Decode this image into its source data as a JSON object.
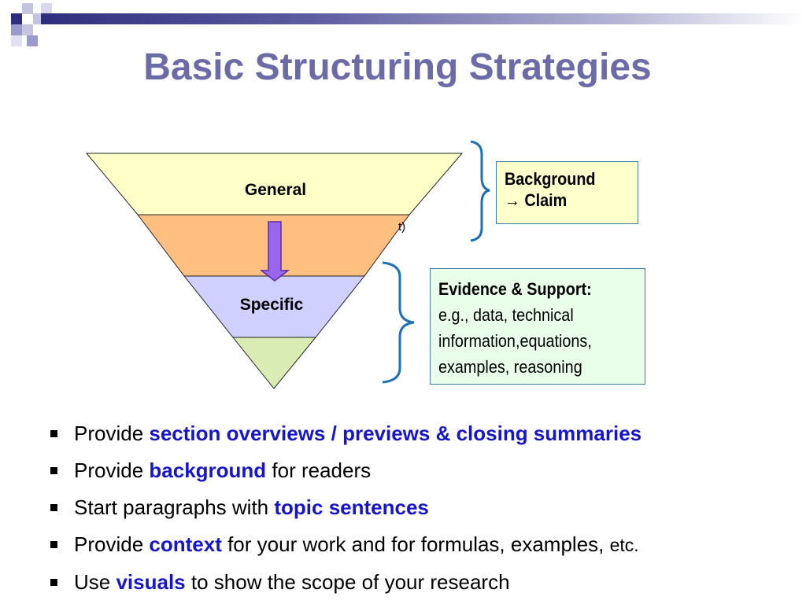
{
  "slide": {
    "title": "Basic Structuring Strategies",
    "colors": {
      "title": "#6b6ba8",
      "highlight": "#1515d0",
      "layer_general": "#ffffc8",
      "layer_middle": "#ffbf80",
      "layer_specific": "#d0d0ff",
      "layer_bottom": "#d8ecb4",
      "arrow": "#9966ee",
      "brace": "#1f6fb5"
    }
  },
  "diagram": {
    "layer_general": "General",
    "layer_specific": "Specific",
    "stray_fragment": "t)",
    "box_background": {
      "line1": "Background",
      "arrow_icon": "→",
      "line2": "Claim"
    },
    "box_evidence": {
      "title": "Evidence & Support:",
      "line1": "e.g., data, technical",
      "line2": "information,equations,",
      "line3": "examples, reasoning"
    }
  },
  "bullets": [
    {
      "pre": "Provide ",
      "hl1": "section overviews",
      "mid": " / ",
      "hl2": "previews & closing summaries"
    },
    {
      "pre": "Provide ",
      "hl": "background",
      "post": " for readers"
    },
    {
      "pre": "Start paragraphs with ",
      "hl": "topic sentences"
    },
    {
      "pre": "Provide ",
      "hl": "context",
      "post": " for your work and for formulas, examples, ",
      "etc": "etc."
    },
    {
      "pre": "Use ",
      "hl": "visuals",
      "post": " to show the scope of your research"
    }
  ]
}
